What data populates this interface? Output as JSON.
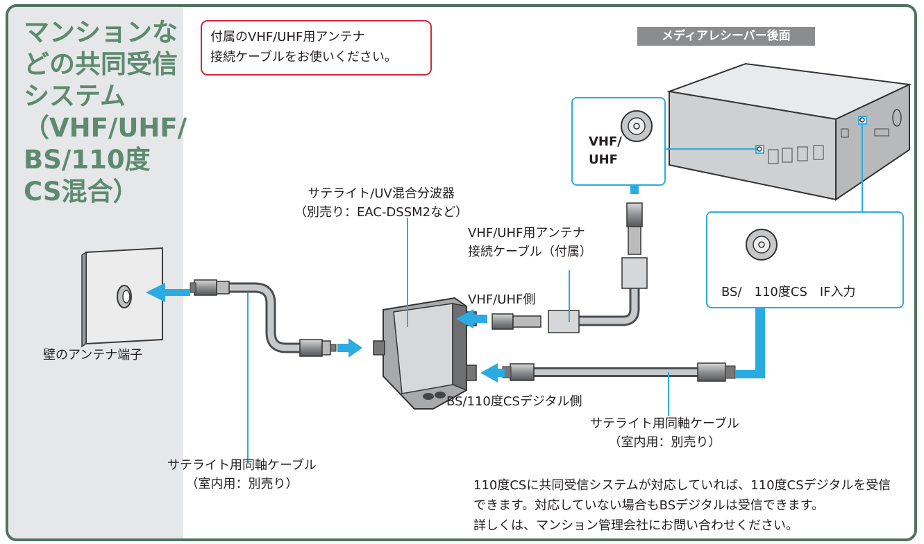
{
  "sidebar": {
    "title_lines": [
      "マンションな",
      "どの共同受信",
      "システム",
      "（VHF/UHF/",
      "BS/110度",
      "CS混合）"
    ]
  },
  "note": {
    "lines": [
      "付属のVHF/UHF用アンテナ",
      "接続ケーブルをお使いください。"
    ]
  },
  "receiver_label": "メディアレシーバー後面",
  "labels": {
    "splitter": [
      "サテライト/UV混合分波器",
      "（別売り：EAC-DSSM2など）"
    ],
    "vhf_cable": [
      "VHF/UHF用アンテナ",
      "接続ケーブル（付属）"
    ],
    "vhf_side": "VHF/UHF側",
    "bs_side": "BS/110度CSデジタル側",
    "wall": "壁のアンテナ端子",
    "coax_right": [
      "サテライト用同軸ケーブル",
      "（室内用：別売り）"
    ],
    "coax_left": [
      "サテライト用同軸ケーブル",
      "（室内用：別売り）"
    ]
  },
  "vhf_box": {
    "lines": [
      "VHF/",
      "UHF"
    ]
  },
  "bs_box": {
    "text": "BS/　110度CS　IF入力"
  },
  "footer": {
    "lines": [
      "110度CSに共同受信システムが対応していれば、110度CSデジタルを受信",
      "できます。対応していない場合もBSデジタルは受信できます。",
      "詳しくは、マンション管理会社にお問い合わせください。"
    ]
  },
  "colors": {
    "frame": "#4f7361",
    "sidebar_bg": "#e6e7e8",
    "title": "#5d8a70",
    "note_border": "#d3243b",
    "arrow": "#2aabe2"
  },
  "icons": [
    "wall-jack-icon",
    "splitter-icon",
    "receiver-icon",
    "arrow-icon",
    "connector-icon"
  ]
}
